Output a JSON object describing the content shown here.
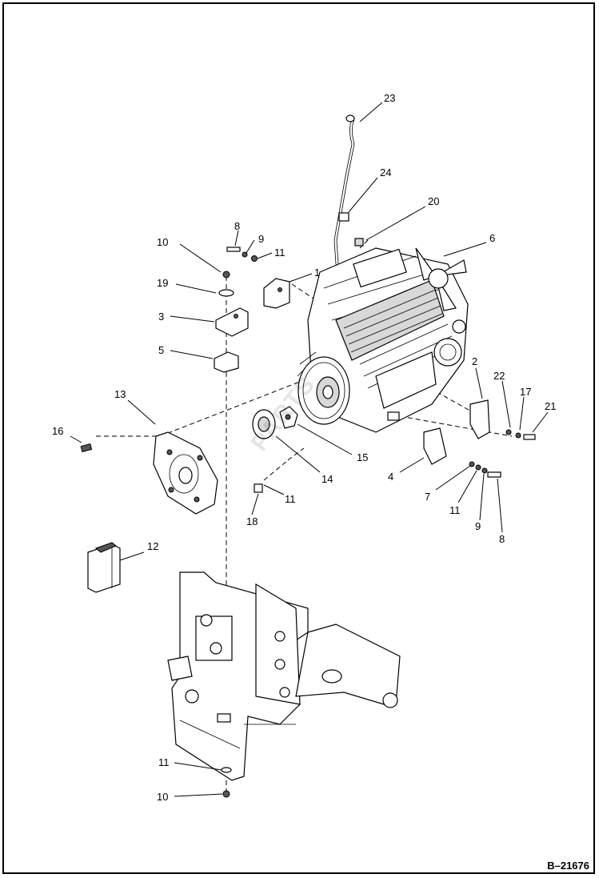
{
  "diagram": {
    "drawing_id": "B–21676",
    "watermark": "PARTS",
    "callouts": {
      "c23": "23",
      "c24": "24",
      "c20": "20",
      "c6": "6",
      "c8a": "8",
      "c9a": "9",
      "c10a": "10",
      "c11a": "11",
      "c1": "1",
      "c19": "19",
      "c3": "3",
      "c5": "5",
      "c13": "13",
      "c16": "16",
      "c2": "2",
      "c22": "22",
      "c17": "17",
      "c21": "21",
      "c15": "15",
      "c14": "14",
      "c4": "4",
      "c7": "7",
      "c11b": "11",
      "c9b": "9",
      "c8b": "8",
      "c11c": "11",
      "c18": "18",
      "c12": "12",
      "c11d": "11",
      "c10b": "10"
    }
  }
}
